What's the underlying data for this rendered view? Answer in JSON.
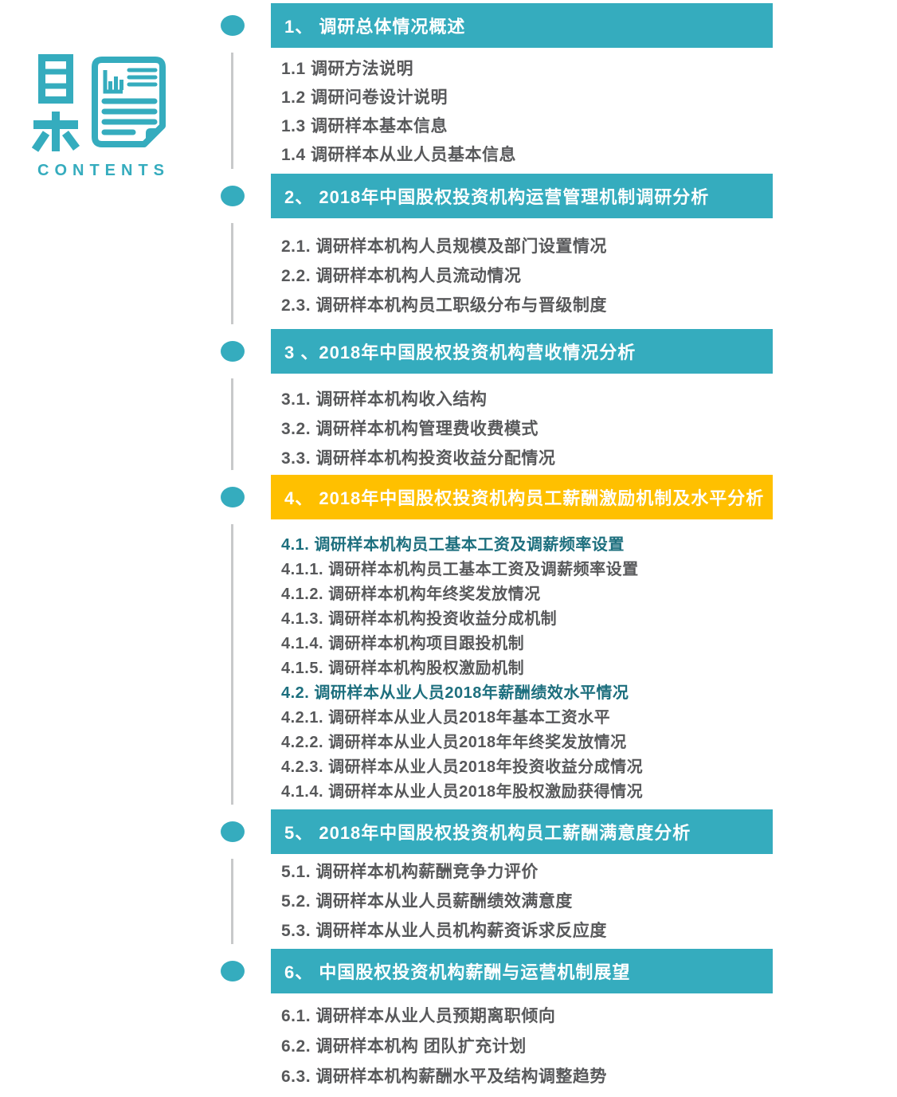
{
  "logo": {
    "char_top": "目",
    "char_bottom": "录",
    "subtitle": "CONTENTS"
  },
  "colors": {
    "teal": "#35ACBE",
    "orange": "#FFC000",
    "item_gray": "#58595B",
    "emphasis_teal": "#1D6F7E",
    "timeline_line": "#C8C9CA",
    "header_text": "#FFFFFF"
  },
  "sections": [
    {
      "title": "1、 调研总体情况概述",
      "bar_color": "teal",
      "items": [
        {
          "text": "1.1 调研方法说明"
        },
        {
          "text": "1.2 调研问卷设计说明"
        },
        {
          "text": "1.3 调研样本基本信息"
        },
        {
          "text": "1.4 调研样本从业人员基本信息"
        }
      ]
    },
    {
      "title": "2、 2018年中国股权投资机构运营管理机制调研分析",
      "bar_color": "teal",
      "items": [
        {
          "text": "2.1. 调研样本机构人员规模及部门设置情况"
        },
        {
          "text": "2.2. 调研样本机构人员流动情况"
        },
        {
          "text": "2.3. 调研样本机构员工职级分布与晋级制度"
        }
      ]
    },
    {
      "title": "3 、2018年中国股权投资机构营收情况分析",
      "bar_color": "teal",
      "items": [
        {
          "text": "3.1. 调研样本机构收入结构"
        },
        {
          "text": "3.2. 调研样本机构管理费收费模式"
        },
        {
          "text": "3.3. 调研样本机构投资收益分配情况"
        }
      ]
    },
    {
      "title": "4、 2018年中国股权投资机构员工薪酬激励机制及水平分析",
      "bar_color": "orange",
      "items": [
        {
          "text": "4.1. 调研样本机构员工基本工资及调薪频率设置",
          "emphasis": true
        },
        {
          "text": "4.1.1. 调研样本机构员工基本工资及调薪频率设置"
        },
        {
          "text": "4.1.2. 调研样本机构年终奖发放情况"
        },
        {
          "text": "4.1.3. 调研样本机构投资收益分成机制"
        },
        {
          "text": "4.1.4. 调研样本机构项目跟投机制"
        },
        {
          "text": "4.1.5. 调研样本机构股权激励机制"
        },
        {
          "text": "4.2. 调研样本从业人员2018年薪酬绩效水平情况",
          "emphasis": true
        },
        {
          "text": "4.2.1. 调研样本从业人员2018年基本工资水平"
        },
        {
          "text": "4.2.2. 调研样本从业人员2018年年终奖发放情况"
        },
        {
          "text": "4.2.3. 调研样本从业人员2018年投资收益分成情况"
        },
        {
          "text": "4.1.4. 调研样本从业人员2018年股权激励获得情况"
        }
      ]
    },
    {
      "title": "5、 2018年中国股权投资机构员工薪酬满意度分析",
      "bar_color": "teal",
      "items": [
        {
          "text": "5.1. 调研样本机构薪酬竞争力评价"
        },
        {
          "text": "5.2. 调研样本从业人员薪酬绩效满意度"
        },
        {
          "text": "5.3. 调研样本从业人员机构薪资诉求反应度"
        }
      ]
    },
    {
      "title": "6、 中国股权投资机构薪酬与运营机制展望",
      "bar_color": "teal",
      "items": [
        {
          "text": "6.1. 调研样本从业人员预期离职倾向"
        },
        {
          "text": "6.2. 调研样本机构 团队扩充计划"
        },
        {
          "text": "6.3. 调研样本机构薪酬水平及结构调整趋势"
        }
      ]
    }
  ]
}
